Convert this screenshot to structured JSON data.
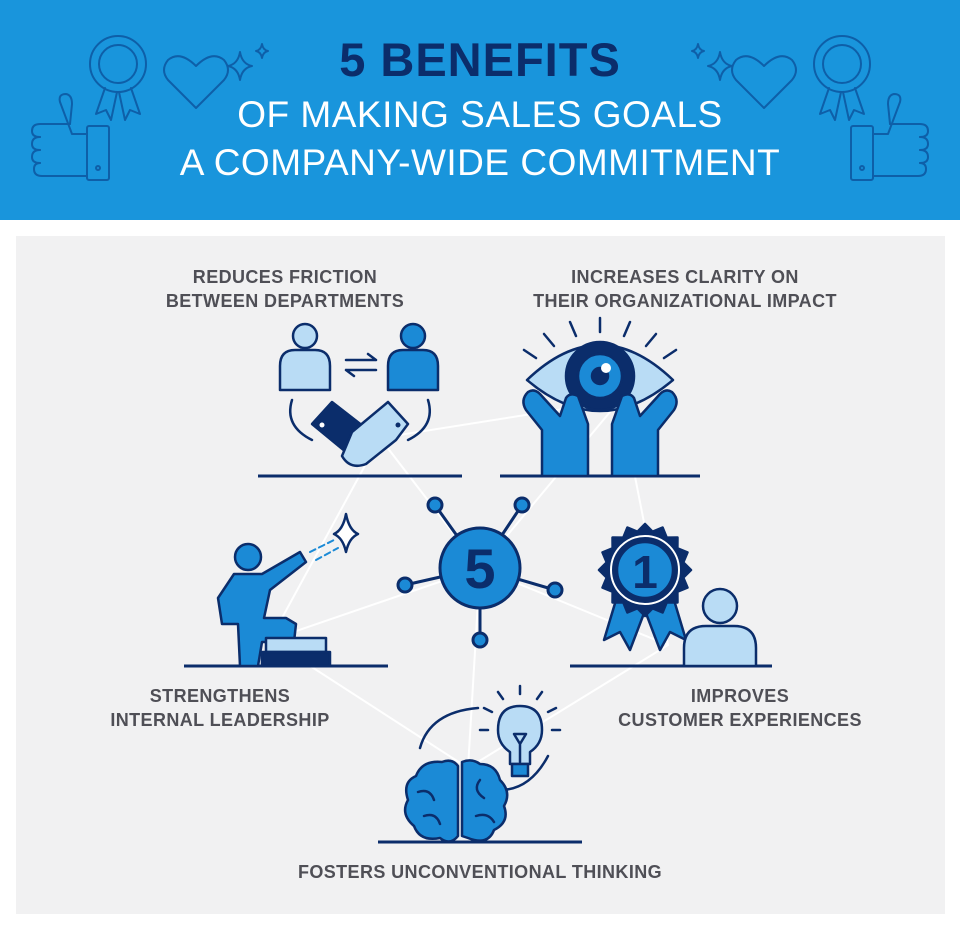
{
  "header": {
    "title": "5 BENEFITS",
    "subtitle_line1": "OF MAKING SALES GOALS",
    "subtitle_line2": "A COMPANY-WIDE COMMITMENT"
  },
  "hub": {
    "number": "5"
  },
  "badge": {
    "number": "1"
  },
  "benefits": [
    {
      "line1": "REDUCES FRICTION",
      "line2": "BETWEEN DEPARTMENTS"
    },
    {
      "line1": "INCREASES CLARITY ON",
      "line2": "THEIR ORGANIZATIONAL IMPACT"
    },
    {
      "line1": "STRENGTHENS",
      "line2": "INTERNAL LEADERSHIP"
    },
    {
      "line1": "IMPROVES",
      "line2": "CUSTOMER EXPERIENCES"
    },
    {
      "line1": "FOSTERS UNCONVENTIONAL THINKING"
    }
  ],
  "colors": {
    "header_bg": "#1995dc",
    "navy": "#0b2d6b",
    "mid_blue": "#1b8ad6",
    "light_blue": "#b9dcf5",
    "panel_bg": "#f1f1f2",
    "label_gray": "#4f4f56"
  }
}
